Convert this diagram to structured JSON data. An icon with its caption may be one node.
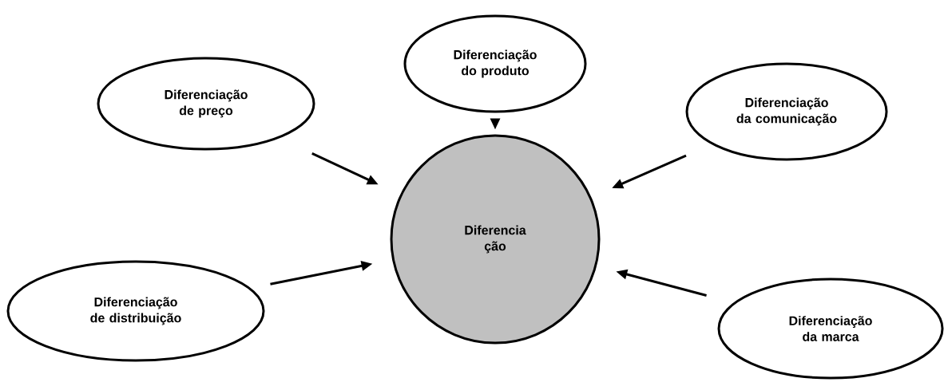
{
  "diagram": {
    "nodes": [
      {
        "text": [
          "Diferenciação do produto"
        ]
      },
      {
        "text": [
          "Diferenciação de preço"
        ]
      },
      {
        "text": [
          "Diferenciação da comunicação"
        ]
      },
      {
        "text": [
          "Diferencia ção"
        ]
      },
      {
        "text": [
          "Diferenciação de distribuição"
        ]
      },
      {
        "text": [
          "Diferenciação da marca"
        ]
      }
    ],
    "edges": [
      {
        "from": 0,
        "to": 3,
        "arrow": "to"
      },
      {
        "from": 1,
        "to": 3,
        "arrow": "to"
      },
      {
        "from": 2,
        "to": 3,
        "arrow": "to"
      },
      {
        "from": 4,
        "to": 3,
        "arrow": "to"
      },
      {
        "from": 5,
        "to": 3,
        "arrow": "to"
      }
    ]
  }
}
